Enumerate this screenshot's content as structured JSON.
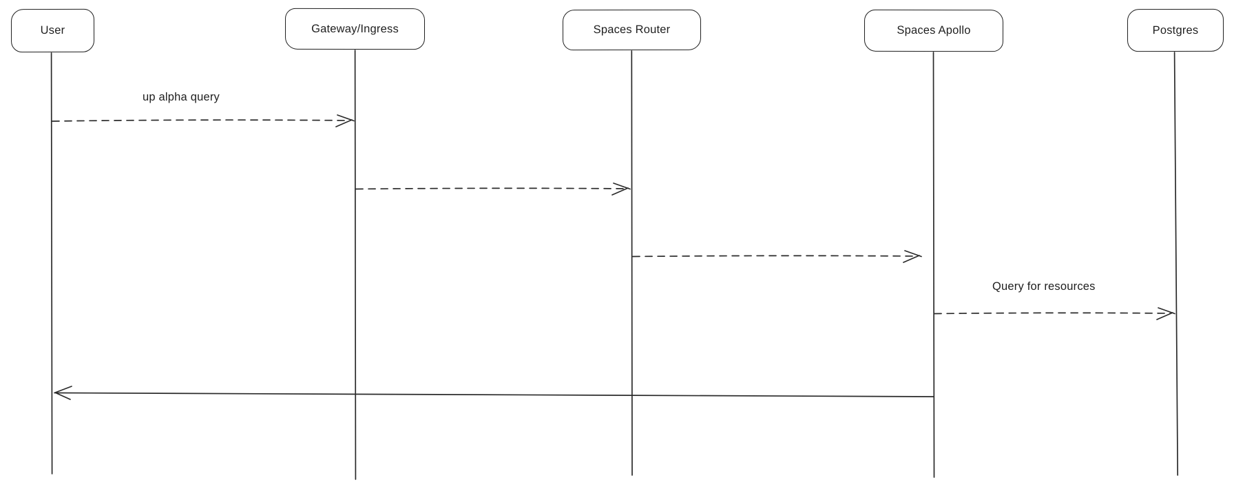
{
  "diagram": {
    "type": "sequence-diagram",
    "style": "hand-drawn",
    "background_color": "#ffffff",
    "stroke_color": "#1e1e1e",
    "text_color": "#1e1e1e",
    "actors": [
      {
        "id": "user",
        "label": "User"
      },
      {
        "id": "gateway-ingress",
        "label": "Gateway/Ingress"
      },
      {
        "id": "spaces-router",
        "label": "Spaces Router"
      },
      {
        "id": "spaces-apollo",
        "label": "Spaces Apollo"
      },
      {
        "id": "postgres",
        "label": "Postgres"
      }
    ],
    "messages": [
      {
        "from": "User",
        "to": "Gateway/Ingress",
        "label": "up alpha query",
        "line_style": "dashed",
        "direction": "right"
      },
      {
        "from": "Gateway/Ingress",
        "to": "Spaces Router",
        "label": "",
        "line_style": "dashed",
        "direction": "right"
      },
      {
        "from": "Spaces Router",
        "to": "Spaces Apollo",
        "label": "",
        "line_style": "dashed",
        "direction": "right"
      },
      {
        "from": "Spaces Apollo",
        "to": "Postgres",
        "label": "Query for resources",
        "line_style": "dashed",
        "direction": "right"
      },
      {
        "from": "Spaces Apollo",
        "to": "User",
        "label": "",
        "line_style": "solid",
        "direction": "left"
      }
    ]
  }
}
